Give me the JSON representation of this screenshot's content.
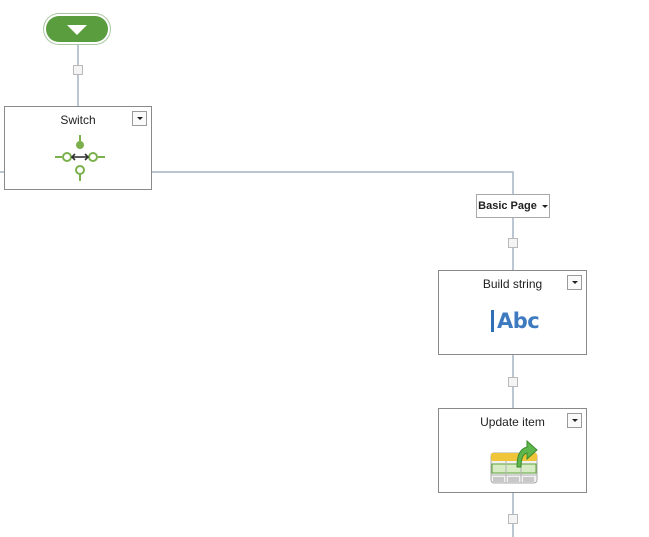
{
  "workflow": {
    "start": {
      "icon": "triangle-down-icon"
    },
    "switch_action": {
      "title": "Switch",
      "icon": "switch-icon",
      "menu_icon": "chevron-down-icon"
    },
    "branch": {
      "label": "Basic Page",
      "icon": "chevron-down-icon"
    },
    "build_string_action": {
      "title": "Build string",
      "icon_text": "Abc",
      "icon": "text-cursor-icon",
      "menu_icon": "chevron-down-icon"
    },
    "update_item_action": {
      "title": "Update item",
      "icon": "table-update-arrow-icon",
      "menu_icon": "chevron-down-icon"
    },
    "colors": {
      "accent_green": "#5a9d3f",
      "switch_green": "#7bb04d",
      "connector": "#a3b3c2",
      "box_border": "#8a8a8a"
    }
  }
}
